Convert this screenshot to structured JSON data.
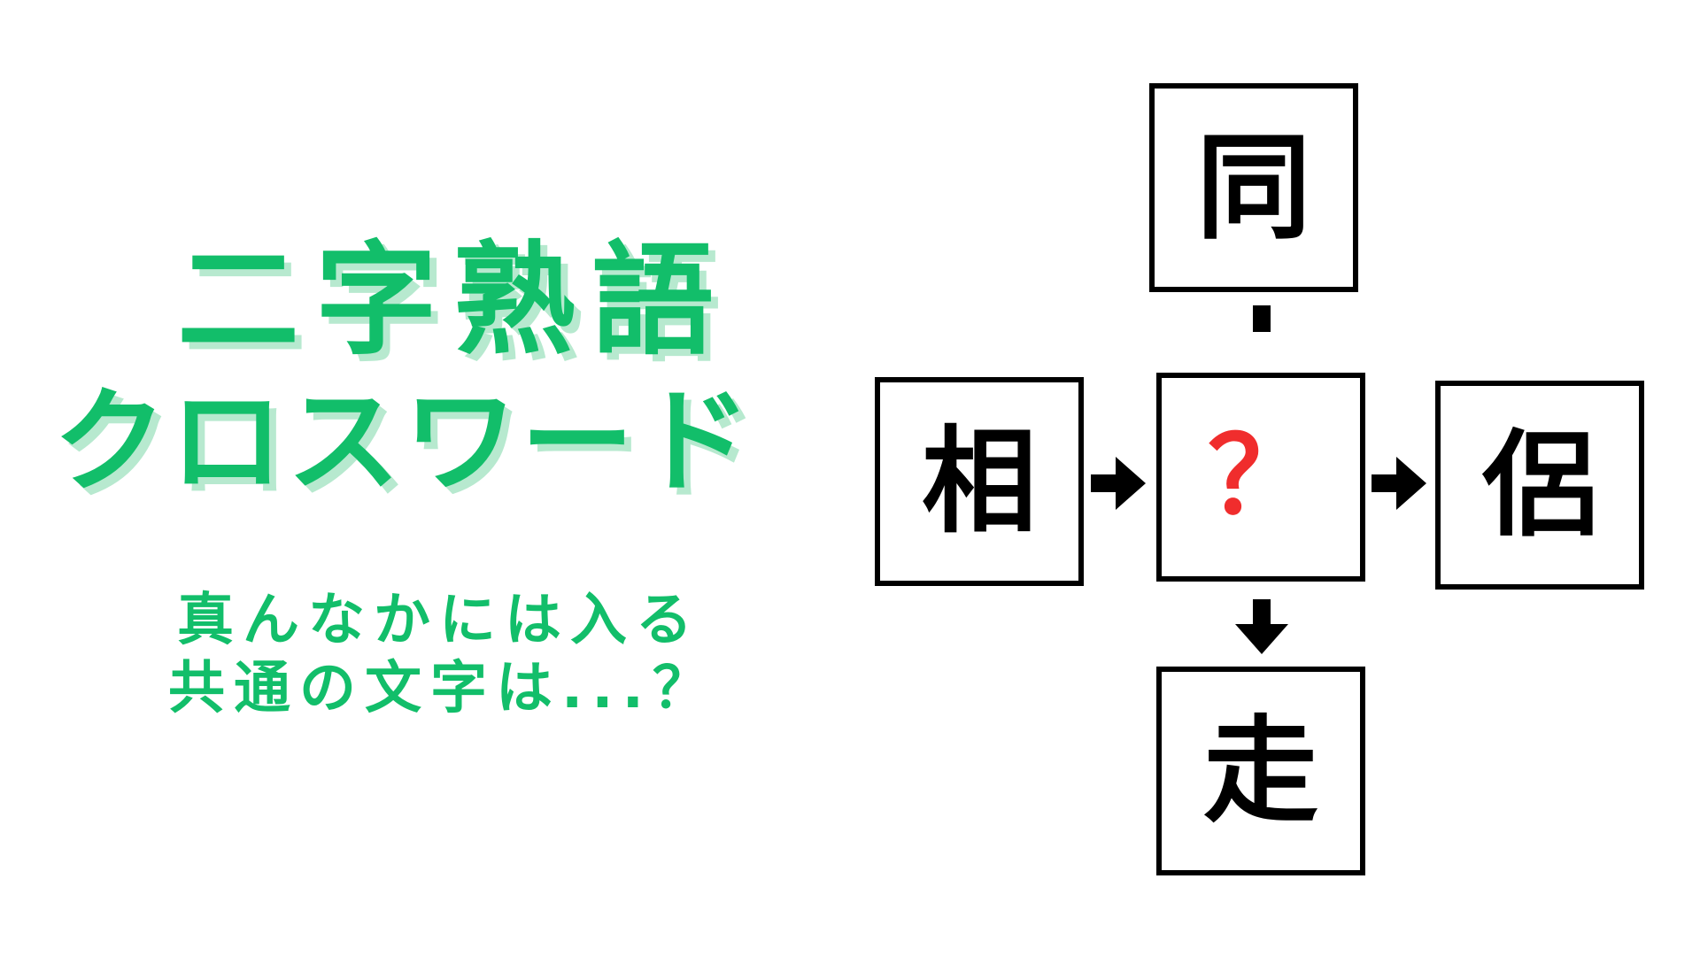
{
  "title": {
    "line1": "二字熟語",
    "line2": "クロスワード"
  },
  "subtitle": {
    "line1": "真んなかには入る",
    "line2": "共通の文字は...？"
  },
  "puzzle": {
    "top": "同",
    "left": "相",
    "center": "？",
    "right": "侶",
    "bottom": "走"
  },
  "colors": {
    "accent": "#12be6a",
    "accent_shadow": "#b7e9cf",
    "question_mark": "#f02d2d",
    "box_border": "#000000"
  },
  "icons": {
    "down_arrow": "arrow-down-icon",
    "right_arrow": "arrow-right-icon"
  }
}
